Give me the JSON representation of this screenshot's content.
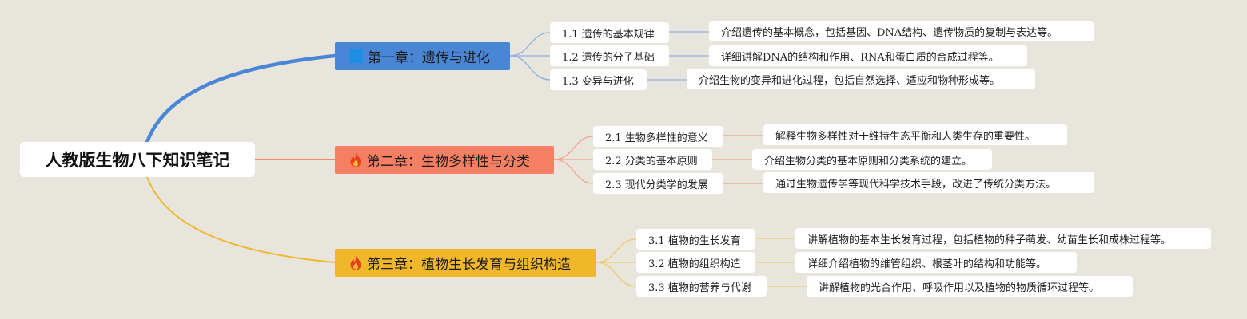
{
  "root": {
    "title": "人教版生物八下知识笔记"
  },
  "chapters": [
    {
      "title": "第一章：遗传与进化",
      "icon": "blue-square-icon",
      "color": "#4a86d6",
      "link_color": "#8fb0dc",
      "sections": [
        {
          "title": "1.1 遗传的基本规律",
          "desc": "介绍遗传的基本概念，包括基因、DNA结构、遗传物质的复制与表达等。"
        },
        {
          "title": "1.2 遗传的分子基础",
          "desc": "详细讲解DNA的结构和作用、RNA和蛋白质的合成过程等。"
        },
        {
          "title": "1.3 变异与进化",
          "desc": "介绍生物的变异和进化过程，包括自然选择、适应和物种形成等。"
        }
      ]
    },
    {
      "title": "第二章：生物多样性与分类",
      "icon": "fire-icon",
      "color": "#f47f62",
      "link_color": "#f4a089",
      "sections": [
        {
          "title": "2.1 生物多样性的意义",
          "desc": "解释生物多样性对于维持生态平衡和人类生存的重要性。"
        },
        {
          "title": "2.2 分类的基本原则",
          "desc": "介绍生物分类的基本原则和分类系统的建立。"
        },
        {
          "title": "2.3 现代分类学的发展",
          "desc": "通过生物遗传学等现代科学技术手段，改进了传统分类方法。"
        }
      ]
    },
    {
      "title": "第三章：植物生长发育与组织构造",
      "icon": "fire-icon",
      "color": "#f1b72a",
      "link_color": "#efc968",
      "sections": [
        {
          "title": "3.1 植物的生长发育",
          "desc": "讲解植物的基本生长发育过程，包括植物的种子萌发、幼苗生长和成株过程等。"
        },
        {
          "title": "3.2 植物的组织构造",
          "desc": "详细介绍植物的维管组织、根茎叶的结构和功能等。"
        },
        {
          "title": "3.3 植物的营养与代谢",
          "desc": "讲解植物的光合作用、呼吸作用以及植物的物质循环过程等。"
        }
      ]
    }
  ]
}
